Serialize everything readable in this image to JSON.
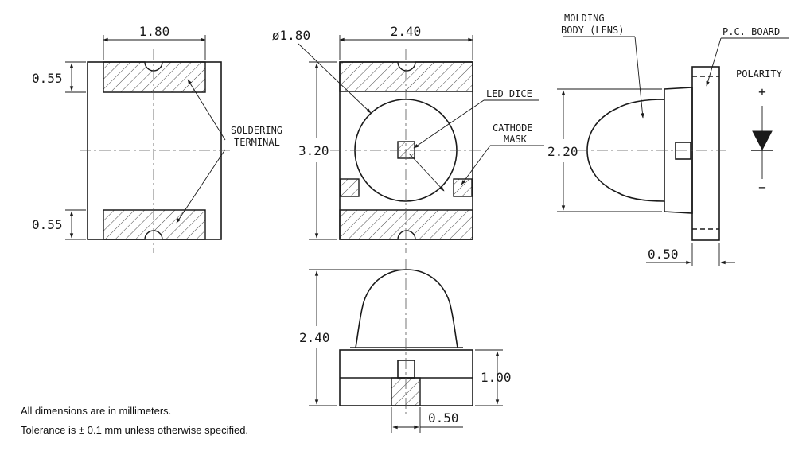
{
  "labels": {
    "top_width": "1.80",
    "pad_top_height": "0.55",
    "pad_bottom_height": "0.55",
    "soldering_line1": "SOLDERING",
    "soldering_line2": "TERMINAL",
    "lens_diameter": "ø1.80",
    "body_width": "2.40",
    "body_length": "3.20",
    "led_dice": "LED DICE",
    "cathode_line1": "CATHODE",
    "cathode_line2": "MASK",
    "molding_line1": "MOLDING",
    "molding_line2": "BODY (LENS)",
    "pc_board": "P.C. BOARD",
    "side_height": "2.20",
    "polarity": "POLARITY",
    "polarity_plus": "+",
    "polarity_minus": "−",
    "board_thickness": "0.50",
    "front_height": "2.40",
    "base_height": "1.00",
    "dice_width": "0.50"
  },
  "notes": {
    "units": "All dimensions are in millimeters.",
    "tolerance": "Tolerance is ± 0.1 mm unless otherwise specified."
  }
}
